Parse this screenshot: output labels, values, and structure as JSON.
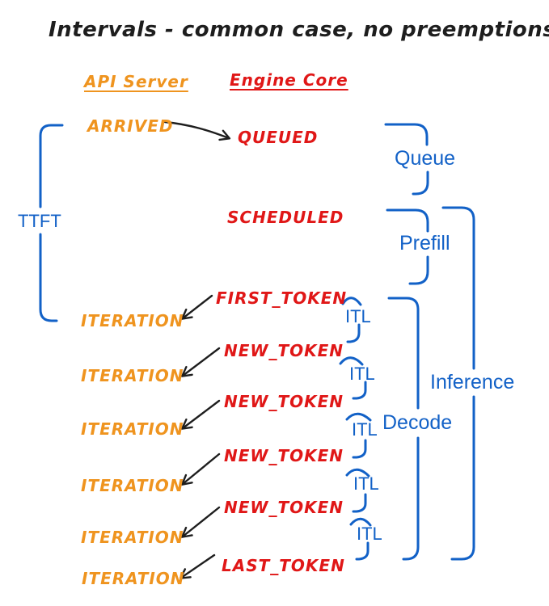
{
  "title": "Intervals - common case, no preemptions",
  "columns": {
    "api_server": "API Server",
    "engine_core": "Engine Core"
  },
  "api_events": {
    "arrived": "ARRIVED",
    "iterations": [
      "ITERATION",
      "ITERATION",
      "ITERATION",
      "ITERATION",
      "ITERATION",
      "ITERATION"
    ]
  },
  "engine_events": {
    "queued": "QUEUED",
    "scheduled": "SCHEDULED",
    "first_token": "FIRST_TOKEN",
    "new_tokens": [
      "NEW_TOKEN",
      "NEW_TOKEN",
      "NEW_TOKEN",
      "NEW_TOKEN"
    ],
    "last_token": "LAST_TOKEN"
  },
  "intervals": {
    "ttft": "TTFT",
    "queue": "Queue",
    "prefill": "Prefill",
    "decode": "Decode",
    "inference": "Inference",
    "itl": [
      "ITL",
      "ITL",
      "ITL",
      "ITL",
      "ITL"
    ]
  },
  "colors": {
    "api_server_orange": "#EF941F",
    "engine_core_red": "#E01717",
    "interval_blue": "#1261C7",
    "event_arrow_black": "#1E1E1E"
  }
}
